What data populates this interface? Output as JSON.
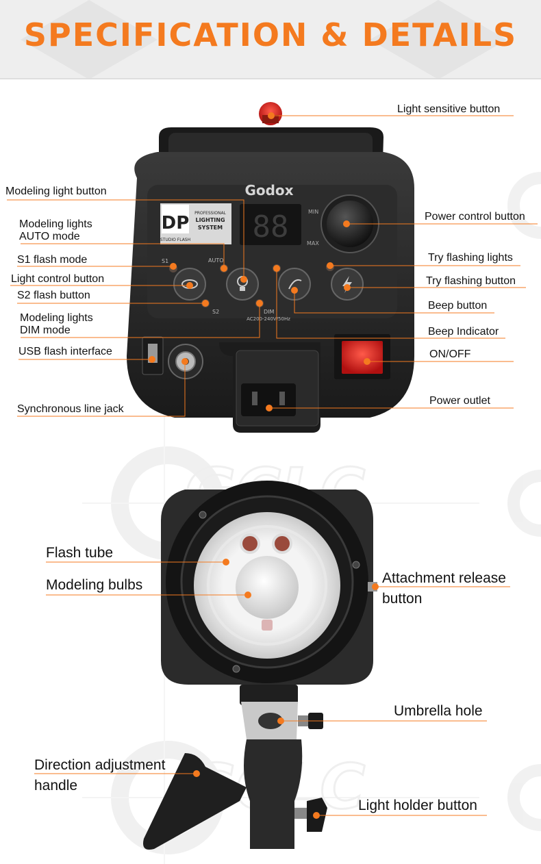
{
  "header": {
    "title": "SPECIFICATION & DETAILS",
    "background": "#eeeeee",
    "title_color": "#f47a1f"
  },
  "accent_color": "#f47a1f",
  "watermark_text": "GCLC",
  "device": {
    "brand": "Godox",
    "model_logo": "DP",
    "logo_caption": "PROFESSIONAL LIGHTING SYSTEM",
    "logo_subcaption": "STUDIO FLASH",
    "display_value": "88",
    "dial_min": "MIN",
    "dial_max": "MAX",
    "s1": "S1",
    "s2": "S2",
    "auto": "AUTO",
    "dim": "DIM",
    "voltage": "AC200-240V/50Hz"
  },
  "labels": {
    "light_sensitive_button": "Light sensitive button",
    "modeling_light_button": "Modeling light button",
    "power_control_button": "Power control button",
    "modeling_lights_auto_mode": "Modeling lights AUTO mode",
    "s1_flash_mode": "S1 flash mode",
    "try_flashing_lights": "Try flashing lights",
    "light_control_button": "Light control button",
    "try_flashing_button": "Try flashing button",
    "s2_flash_button": "S2 flash button",
    "beep_button": "Beep button",
    "modeling_lights_dim_mode": "Modeling lights DIM mode",
    "beep_indicator": "Beep Indicator",
    "usb_flash_interface": "USB flash interface",
    "on_off": "ON/OFF",
    "synchronous_line_jack": "Synchronous line jack",
    "power_outlet": "Power outlet",
    "flash_tube": "Flash tube",
    "modeling_bulbs": "Modeling bulbs",
    "attachment_release_button": "Attachment release button",
    "umbrella_hole": "Umbrella hole",
    "direction_adjustment_handle": "Direction adjustment handle",
    "light_holder_button": "Light holder button"
  }
}
